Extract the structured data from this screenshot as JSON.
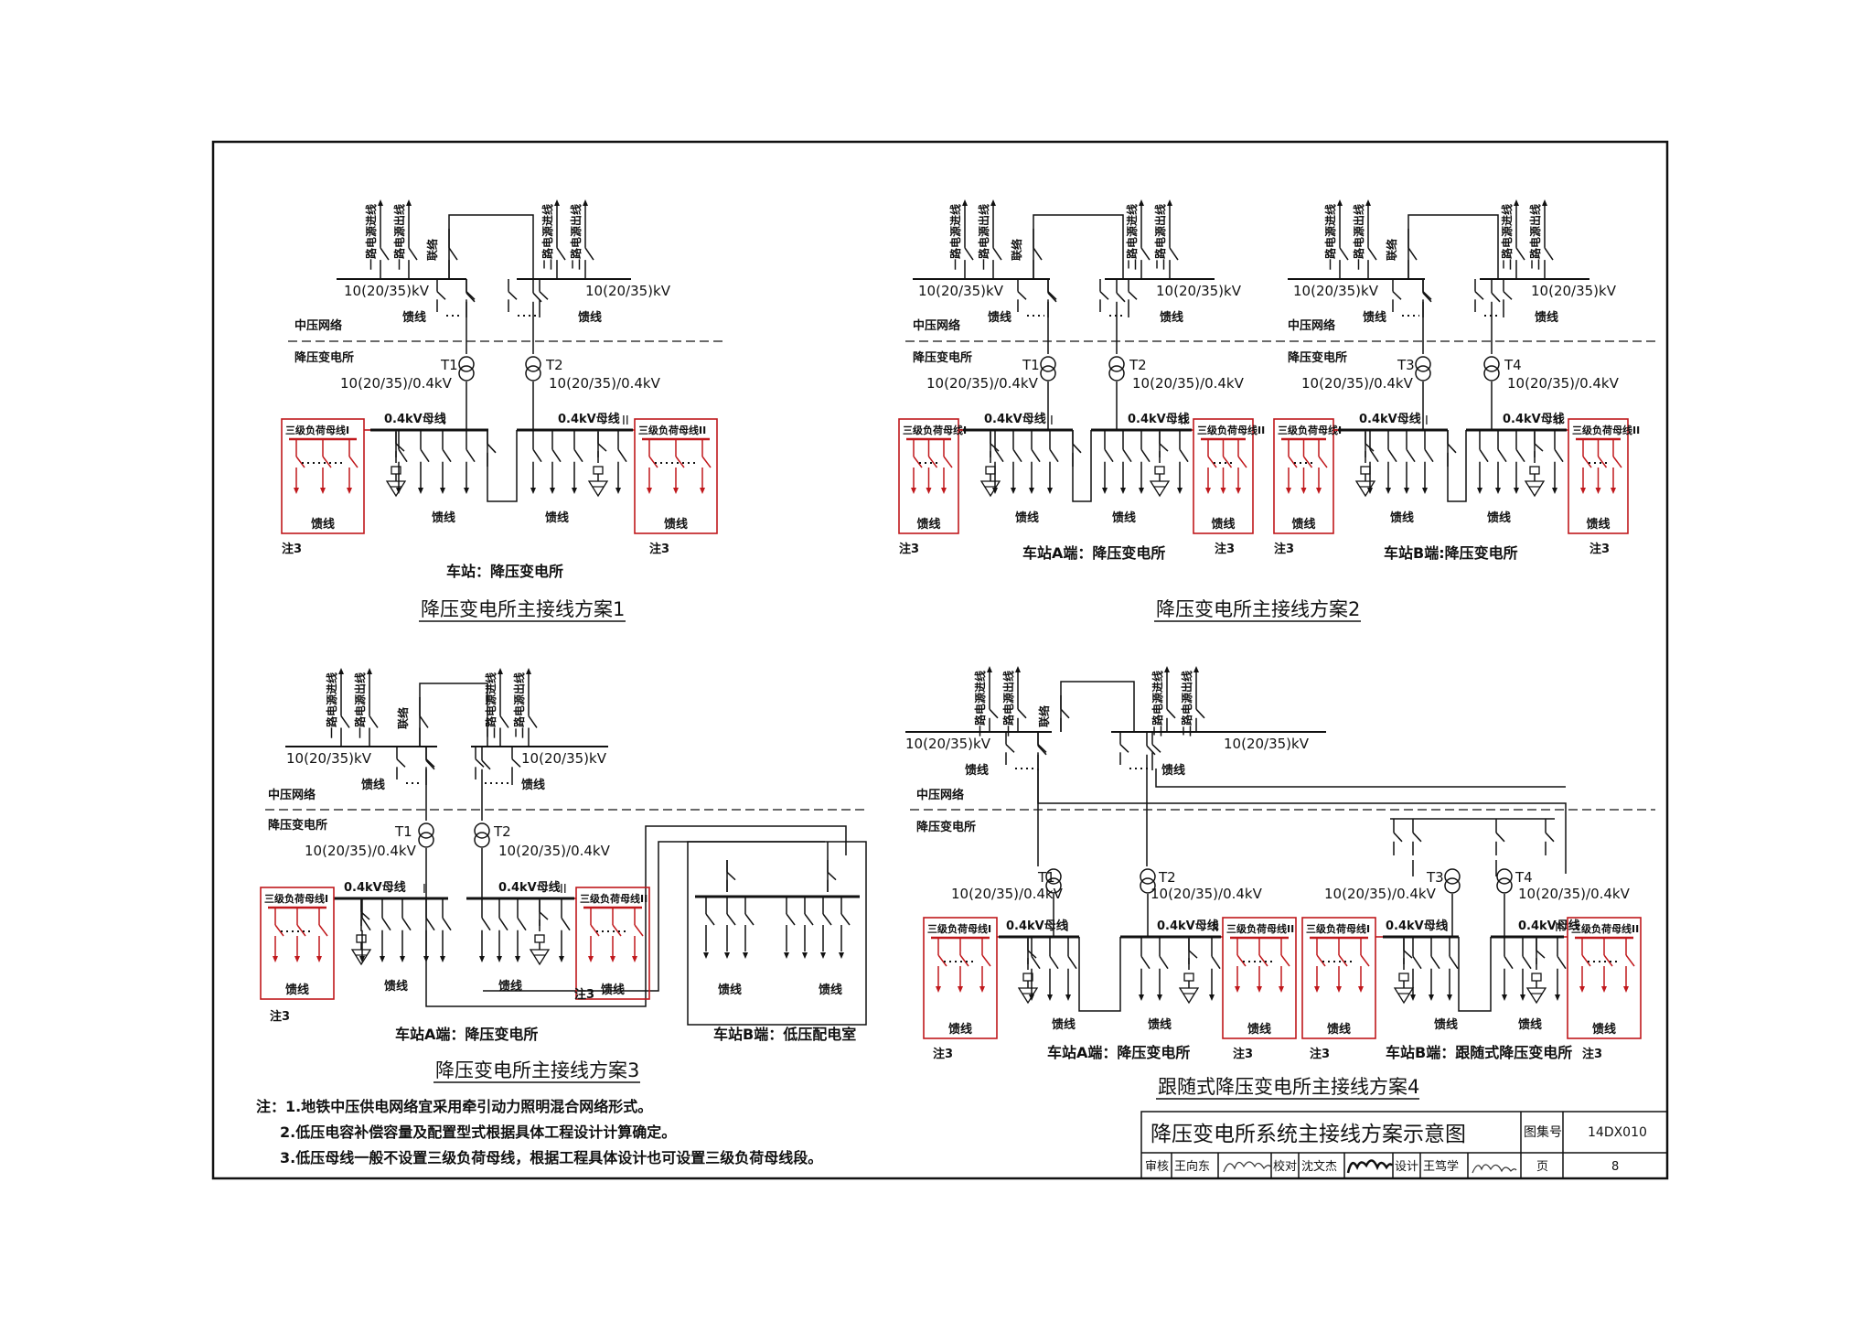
{
  "diagrams": [
    {
      "title": "降压变电所主接线方案1",
      "substations": [
        {
          "caption": "车站：降压变电所",
          "transformers": [
            "T1",
            "T2"
          ]
        }
      ]
    },
    {
      "title": "降压变电所主接线方案2",
      "substations": [
        {
          "caption": "车站A端：降压变电所",
          "transformers": [
            "T1",
            "T2"
          ]
        },
        {
          "caption": "车站B端:降压变电所",
          "transformers": [
            "T3",
            "T4"
          ]
        }
      ]
    },
    {
      "title": "降压变电所主接线方案3",
      "substations": [
        {
          "caption": "车站A端：降压变电所",
          "transformers": [
            "T1",
            "T2"
          ]
        },
        {
          "caption": "车站B端：低压配电室",
          "transformers": []
        }
      ]
    },
    {
      "title": "跟随式降压变电所主接线方案4",
      "substations": [
        {
          "caption": "车站A端：降压变电所",
          "transformers": [
            "T1",
            "T2"
          ]
        },
        {
          "caption": "车站B端：跟随式降压变电所",
          "transformers": [
            "T3",
            "T4"
          ]
        }
      ]
    }
  ],
  "labels": {
    "in_line_1": "一路电源进线",
    "out_line_1": "一路电源出线",
    "tie": "联络",
    "in_line_2": "二路电源进线",
    "out_line_2": "二路电源出线",
    "mv_voltage": "10(20/35)kV",
    "feeder": "馈线",
    "mv_network": "中压网络",
    "substation": "降压变电所",
    "tx_ratio": "10(20/35)/0.4kV",
    "bus_1": "0.4kV母线",
    "bus_roman_1": "I",
    "bus_roman_2": "II",
    "tertiary_bus_1": "三级负荷母线I",
    "tertiary_bus_2": "三级负荷母线II",
    "note_ref": "注3"
  },
  "notes": [
    "注：1.地铁中压供电网络宜采用牵引动力照明混合网络形式。",
    "2.低压电容补偿容量及配置型式根据具体工程设计计算确定。",
    "3.低压母线一般不设置三级负荷母线，根据工程具体设计也可设置三级负荷母线段。"
  ],
  "title_block": {
    "title": "降压变电所系统主接线方案示意图",
    "atlas_label": "图集号",
    "atlas_no": "14DX010",
    "review_label": "审核",
    "reviewer": "王向东",
    "check_label": "校对",
    "checker": "沈文杰",
    "design_label": "设计",
    "designer": "王笃学",
    "page_label": "页",
    "page_no": "8"
  },
  "colors": {
    "ink": "#111111",
    "tertiary_bus": "#c0181c",
    "paper": "#ffffff"
  }
}
